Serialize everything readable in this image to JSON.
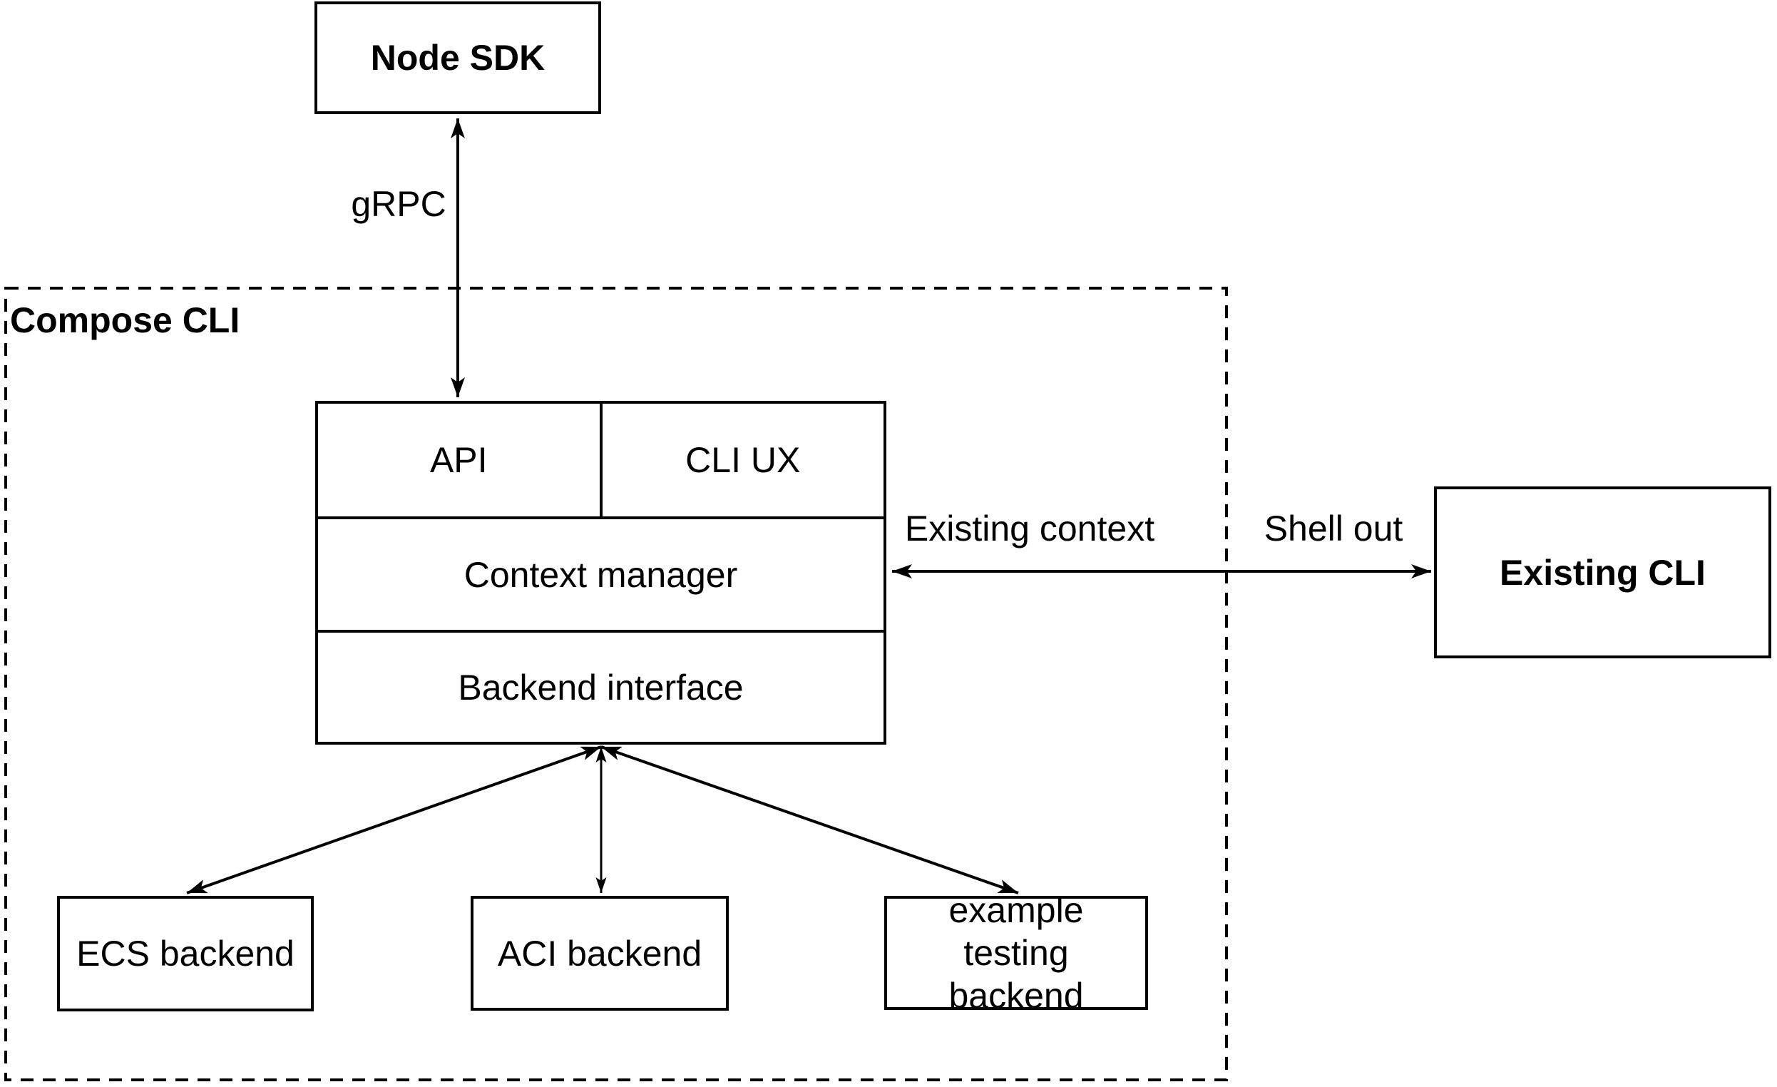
{
  "colors": {
    "stroke": "#000000",
    "background": "#ffffff"
  },
  "nodes": {
    "node_sdk": {
      "label": "Node SDK"
    },
    "compose_cli_group": {
      "label": "Compose CLI"
    },
    "api": {
      "label": "API"
    },
    "cli_ux": {
      "label": "CLI UX"
    },
    "context_manager": {
      "label": "Context manager"
    },
    "backend_interface": {
      "label": "Backend interface"
    },
    "existing_cli": {
      "label": "Existing CLI"
    },
    "ecs_backend": {
      "label": "ECS backend"
    },
    "aci_backend": {
      "label": "ACI backend"
    },
    "example_testing_backend": {
      "label": "example testing backend"
    }
  },
  "edges": {
    "grpc": {
      "label": "gRPC"
    },
    "existing_context": {
      "label": "Existing context"
    },
    "shell_out": {
      "label": "Shell out"
    }
  }
}
